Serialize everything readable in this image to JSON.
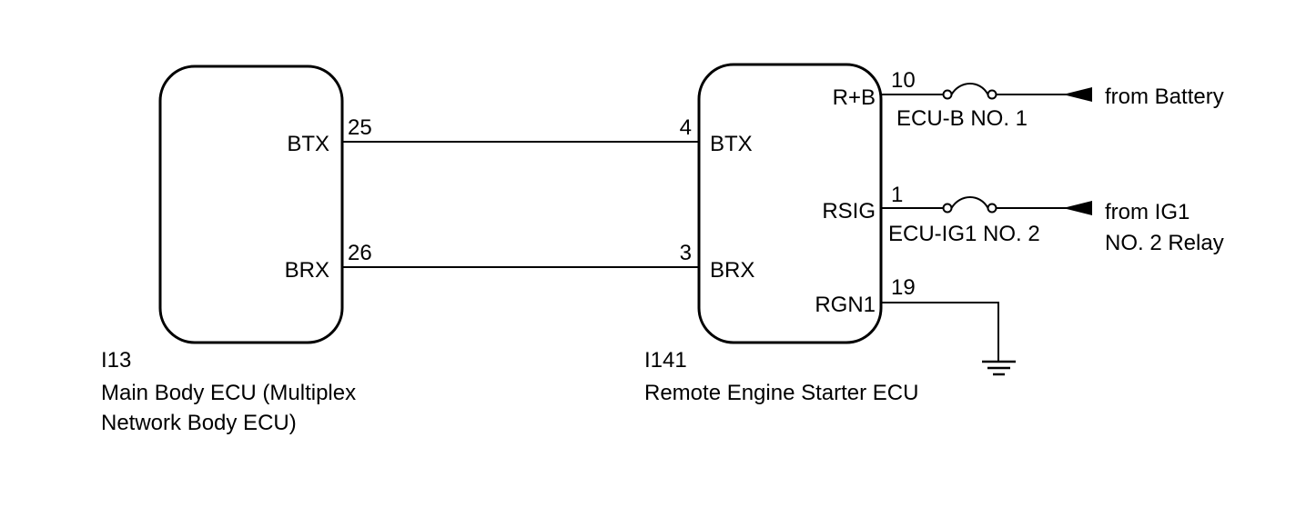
{
  "ecu_left": {
    "code": "I13",
    "name_line1": "Main Body ECU (Multiplex",
    "name_line2": "Network Body ECU)",
    "pins": [
      {
        "name": "BTX",
        "number": "25"
      },
      {
        "name": "BRX",
        "number": "26"
      }
    ]
  },
  "ecu_right": {
    "code": "I141",
    "name": "Remote Engine Starter ECU",
    "pins": [
      {
        "name": "BTX",
        "number": "4"
      },
      {
        "name": "BRX",
        "number": "3"
      },
      {
        "name": "R+B",
        "number": "10"
      },
      {
        "name": "RSIG",
        "number": "1"
      },
      {
        "name": "RGN1",
        "number": "19"
      }
    ]
  },
  "fuses": [
    {
      "label": "ECU-B NO. 1"
    },
    {
      "label": "ECU-IG1 NO. 2"
    }
  ],
  "sources": [
    {
      "line1": "from Battery"
    },
    {
      "line1": "from IG1",
      "line2": "NO. 2 Relay"
    }
  ],
  "colors": {
    "line": "#000000",
    "background": "#ffffff"
  }
}
